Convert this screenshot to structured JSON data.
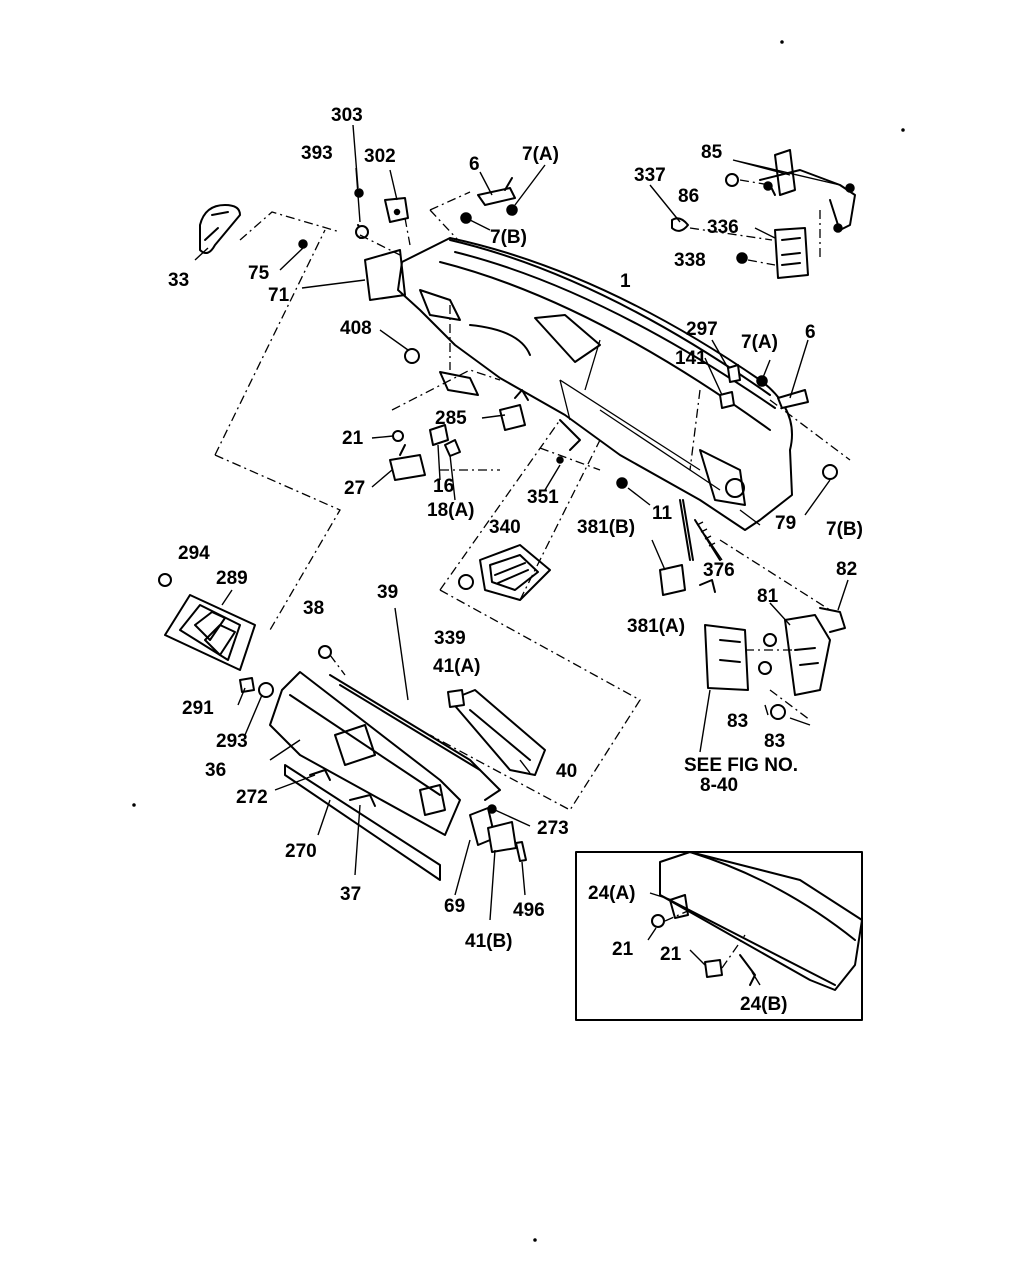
{
  "labels": {
    "l303": "303",
    "l393": "393",
    "l302": "302",
    "l6a": "6",
    "l7a_top": "7(A)",
    "l7b_top": "7(B)",
    "l85": "85",
    "l337": "337",
    "l86": "86",
    "l336": "336",
    "l338": "338",
    "l33": "33",
    "l75": "75",
    "l71": "71",
    "l1": "1",
    "l408": "408",
    "l297": "297",
    "l7a_right": "7(A)",
    "l6b": "6",
    "l141": "141",
    "l285": "285",
    "l21a": "21",
    "l16": "16",
    "l27": "27",
    "l18a": "18(A)",
    "l351": "351",
    "l340": "340",
    "l381b": "381(B)",
    "l11": "11",
    "l79": "79",
    "l7b_right": "7(B)",
    "l376": "376",
    "l294": "294",
    "l289": "289",
    "l38": "38",
    "l39": "39",
    "l339": "339",
    "l82": "82",
    "l381a": "381(A)",
    "l81": "81",
    "l41a": "41(A)",
    "l291": "291",
    "l293": "293",
    "l40": "40",
    "l83a": "83",
    "l83b": "83",
    "l36": "36",
    "l272": "272",
    "l273": "273",
    "l270": "270",
    "l37": "37",
    "l69": "69",
    "l496": "496",
    "l41b": "41(B)",
    "see1": "SEE FIG NO.",
    "see2": "8-40",
    "l24a": "24(A)",
    "l21b": "21",
    "l21c": "21",
    "l24b": "24(B)"
  }
}
